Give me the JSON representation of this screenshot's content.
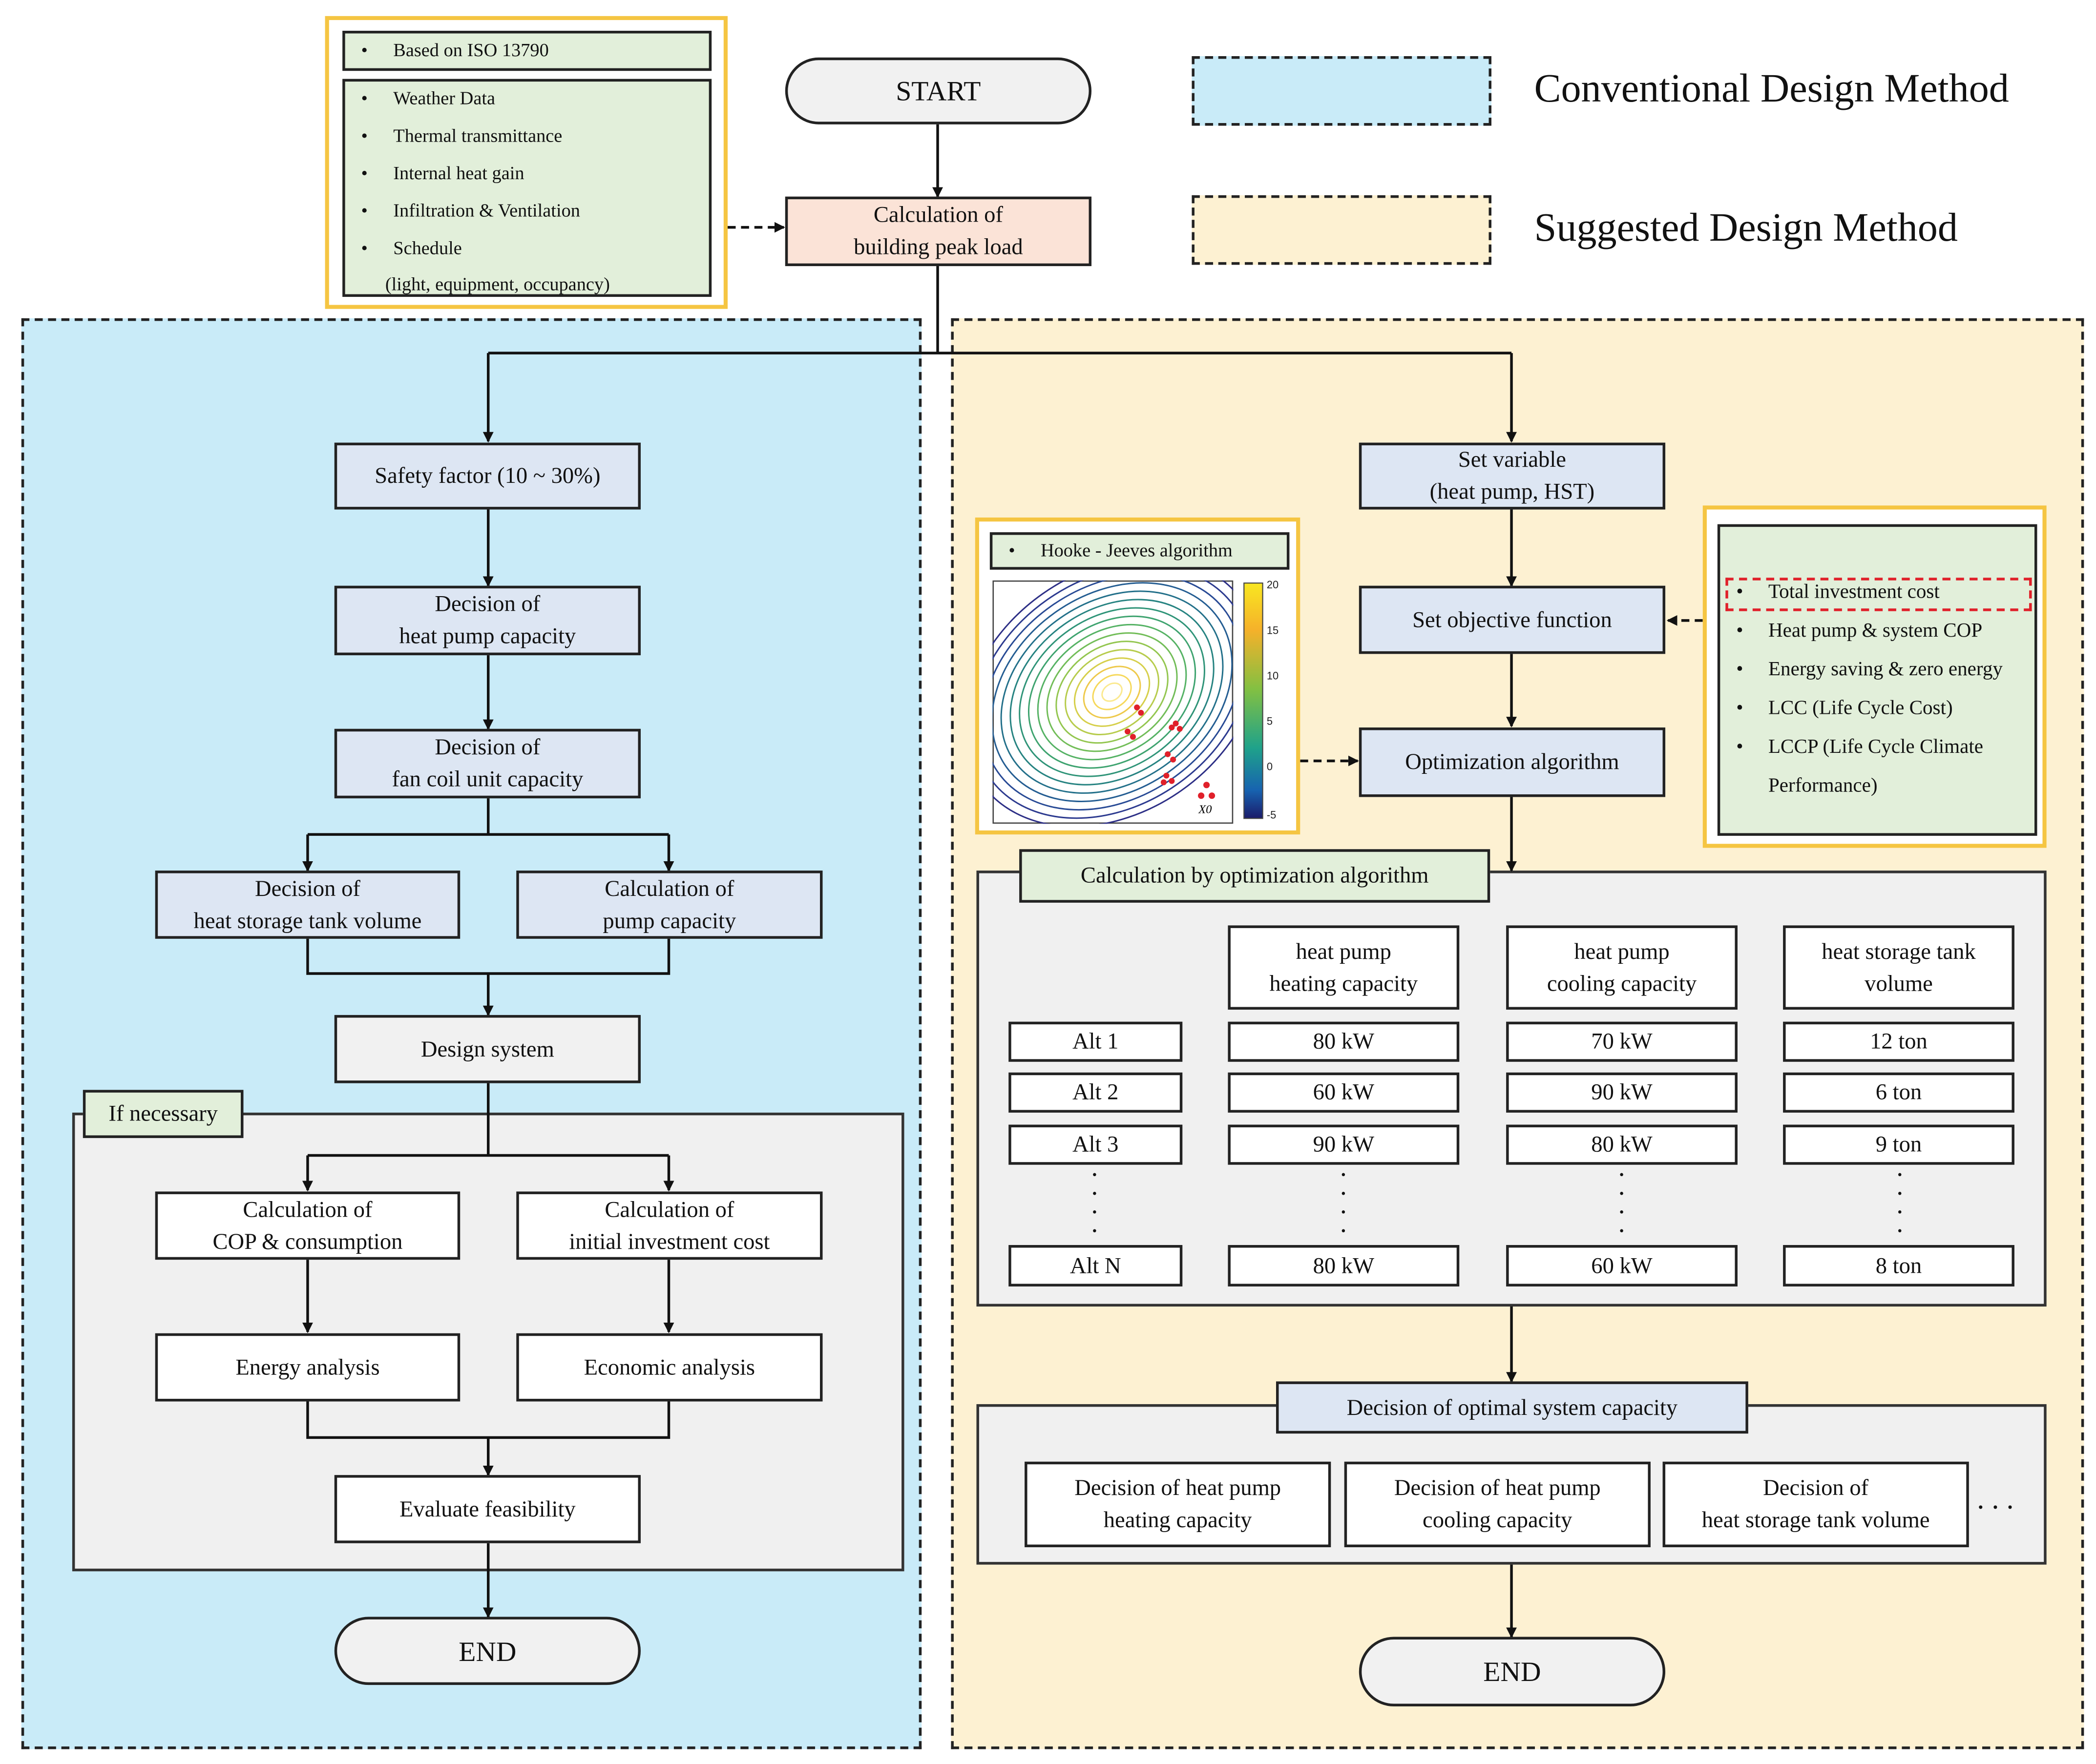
{
  "legend": {
    "conventional": "Conventional Design Method",
    "suggested": "Suggested Design Method",
    "conventional_color": "#c9ebf8",
    "suggested_color": "#fdf1d2"
  },
  "input_box": {
    "standard": "Based on ISO 13790",
    "items": [
      "Weather Data",
      "Thermal transmittance",
      "Internal heat gain",
      "Infiltration & Ventilation",
      "Schedule"
    ],
    "schedule_note": "(light, equipment, occupancy)"
  },
  "top": {
    "start": "START",
    "peak_load": "Calculation of\nbuilding peak load"
  },
  "conventional": {
    "safety_factor": "Safety factor (10 ~ 30%)",
    "heat_pump": "Decision of\nheat pump capacity",
    "fan_coil": "Decision of\nfan coil unit capacity",
    "storage_tank": "Decision of\nheat storage tank volume",
    "pump_capacity": "Calculation of\npump capacity",
    "design_system": "Design system",
    "if_necessary": "If necessary",
    "cop": "Calculation of\nCOP & consumption",
    "investment": "Calculation of\ninitial investment cost",
    "energy_analysis": "Energy analysis",
    "economic_analysis": "Economic analysis",
    "evaluate": "Evaluate feasibility",
    "end": "END"
  },
  "suggested": {
    "set_variable": "Set variable\n(heat pump, HST)",
    "objective": "Set objective function",
    "algorithm": "Optimization algorithm",
    "hooke_label": "Hooke - Jeeves algorithm",
    "colorbar_ticks": [
      "20",
      "15",
      "10",
      "5",
      "0",
      "-5"
    ],
    "x0_label": "X0",
    "objectives": [
      "Total investment cost",
      "Heat pump & system COP",
      "Energy saving & zero energy",
      "LCC (Life Cycle Cost)",
      "LCCP (Life Cycle Climate\nPerformance)"
    ],
    "calc_title": "Calculation by optimization algorithm",
    "table_headers": [
      "heat pump\nheating capacity",
      "heat pump\ncooling capacity",
      "heat storage tank\nvolume"
    ],
    "rows": [
      [
        "Alt 1",
        "80 kW",
        "70 kW",
        "12 ton"
      ],
      [
        "Alt 2",
        "60 kW",
        "90 kW",
        "6 ton"
      ],
      [
        "Alt 3",
        "90 kW",
        "80 kW",
        "9 ton"
      ],
      [
        "Alt N",
        "80 kW",
        "60 kW",
        "8 ton"
      ]
    ],
    "decision_title": "Decision of optimal system capacity",
    "decisions": [
      "Decision of heat pump\nheating capacity",
      "Decision of heat pump\ncooling capacity",
      "Decision of\nheat storage tank volume"
    ],
    "ellipsis": ". . .",
    "end": "END"
  }
}
